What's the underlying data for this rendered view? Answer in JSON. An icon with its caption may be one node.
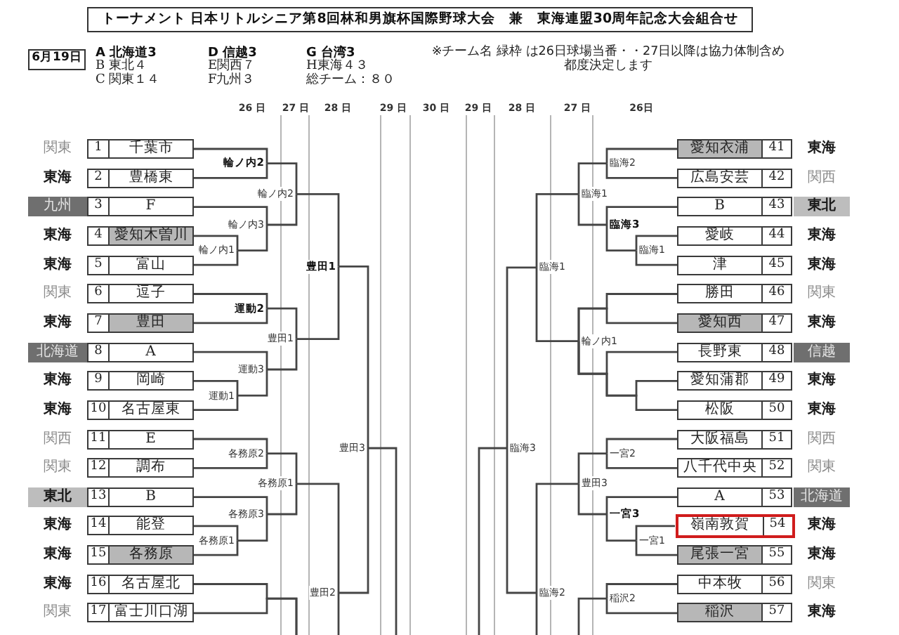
{
  "diagram": {
    "title": "トーナメント 日本リトルシニア第8回林和男旗杯国際野球大会　兼　東海連盟30周年記念大会組合せ",
    "nodes": [
      {
        "text": [
          "6月19日"
        ]
      },
      {
        "text": [
          "1",
          "千葉市"
        ],
        "beside": [
          "関東"
        ]
      },
      {
        "text": [
          "2",
          "豊橋東"
        ],
        "beside": [
          "東海"
        ]
      },
      {
        "text": [
          "3",
          "F"
        ],
        "beside": [
          "九州"
        ]
      },
      {
        "text": [
          "4",
          "愛知木曽川"
        ],
        "beside": [
          "東海"
        ]
      },
      {
        "text": [
          "5",
          "富山"
        ],
        "beside": [
          "東海"
        ]
      },
      {
        "text": [
          "6",
          "逗子"
        ],
        "beside": [
          "関東"
        ]
      },
      {
        "text": [
          "7",
          "豊田"
        ],
        "beside": [
          "東海"
        ]
      },
      {
        "text": [
          "8",
          "A"
        ],
        "beside": [
          "北海道"
        ]
      },
      {
        "text": [
          "9",
          "岡崎"
        ],
        "beside": [
          "東海"
        ]
      },
      {
        "text": [
          "10",
          "名古屋東"
        ],
        "beside": [
          "東海"
        ]
      },
      {
        "text": [
          "11",
          "E"
        ],
        "beside": [
          "関西"
        ]
      },
      {
        "text": [
          "12",
          "調布"
        ],
        "beside": [
          "関東"
        ]
      },
      {
        "text": [
          "13",
          "B"
        ],
        "beside": [
          "東北"
        ]
      },
      {
        "text": [
          "14",
          "能登"
        ],
        "beside": [
          "東海"
        ]
      },
      {
        "text": [
          "15",
          "各務原"
        ],
        "beside": [
          "東海"
        ]
      },
      {
        "text": [
          "16",
          "名古屋北"
        ],
        "beside": [
          "東海"
        ]
      },
      {
        "text": [
          "17",
          "富士川口湖"
        ],
        "beside": [
          "関東"
        ]
      },
      {
        "text": [
          "輪ノ内2"
        ]
      },
      {
        "text": [
          "輪ノ内1"
        ]
      },
      {
        "text": [
          "輪ノ内3"
        ]
      },
      {
        "text": [
          "輪ノ内2"
        ]
      },
      {
        "text": [
          "運動2"
        ]
      },
      {
        "text": [
          "運動1"
        ]
      },
      {
        "text": [
          "運動3"
        ]
      },
      {
        "text": [
          "豊田1"
        ]
      },
      {
        "text": [
          "豊田1"
        ]
      },
      {
        "text": [
          "各務原2"
        ]
      },
      {
        "text": [
          "各務原1"
        ]
      },
      {
        "text": [
          "各務原3"
        ]
      },
      {
        "text": [
          "各務原1"
        ]
      },
      {
        "text": [
          "豊田2"
        ]
      },
      {
        "text": [
          "豊田3"
        ]
      },
      {
        "text": [
          "愛知衣浦",
          "41"
        ],
        "beside": [
          "東海"
        ]
      },
      {
        "text": [
          "広島安芸",
          "42"
        ],
        "beside": [
          "関西"
        ]
      },
      {
        "text": [
          "B",
          "43"
        ],
        "beside": [
          "東北"
        ]
      },
      {
        "text": [
          "愛岐",
          "44"
        ],
        "beside": [
          "東海"
        ]
      },
      {
        "text": [
          "津",
          "45"
        ],
        "beside": [
          "東海"
        ]
      },
      {
        "text": [
          "勝田",
          "46"
        ],
        "beside": [
          "関東"
        ]
      },
      {
        "text": [
          "愛知西",
          "47"
        ],
        "beside": [
          "東海"
        ]
      },
      {
        "text": [
          "長野東",
          "48"
        ],
        "beside": [
          "信越"
        ]
      },
      {
        "text": [
          "愛知蒲郡",
          "49"
        ],
        "beside": [
          "東海"
        ]
      },
      {
        "text": [
          "松阪",
          "50"
        ],
        "beside": [
          "東海"
        ]
      },
      {
        "text": [
          "大阪福島",
          "51"
        ],
        "beside": [
          "関西"
        ]
      },
      {
        "text": [
          "八千代中央",
          "52"
        ],
        "beside": [
          "関東"
        ]
      },
      {
        "text": [
          "A",
          "53"
        ],
        "beside": [
          "北海道"
        ]
      },
      {
        "text": [
          "嶺南敦賀",
          "54"
        ],
        "beside": [
          "東海"
        ]
      },
      {
        "text": [
          "尾張一宮",
          "55"
        ],
        "beside": [
          "東海"
        ]
      },
      {
        "text": [
          "中本牧",
          "56"
        ],
        "beside": [
          "関東"
        ]
      },
      {
        "text": [
          "稲沢",
          "57"
        ],
        "beside": [
          "東海"
        ]
      },
      {
        "text": [
          "臨海2"
        ]
      },
      {
        "text": [
          "臨海1"
        ]
      },
      {
        "text": [
          "臨海3"
        ]
      },
      {
        "text": [
          "臨海1"
        ]
      },
      {
        "text": [
          "輪ノ内1"
        ]
      },
      {
        "text": [
          "臨海1"
        ]
      },
      {
        "text": [
          "一宮2"
        ]
      },
      {
        "text": [
          "一宮1"
        ]
      },
      {
        "text": [
          "一宮3"
        ]
      },
      {
        "text": [
          "豊田3"
        ]
      },
      {
        "text": [
          "臨海2"
        ]
      },
      {
        "text": [
          "臨海3"
        ]
      },
      {
        "text": [
          "稲沢2"
        ]
      }
    ],
    "edges": [
      {
        "from": 1,
        "to": 18,
        "arrow": "none"
      },
      {
        "from": 2,
        "to": 18,
        "arrow": "none"
      },
      {
        "from": 4,
        "to": 19,
        "arrow": "none"
      },
      {
        "from": 5,
        "to": 19,
        "arrow": "none"
      },
      {
        "from": 3,
        "to": 20,
        "arrow": "none"
      },
      {
        "from": 19,
        "to": 20,
        "arrow": "none"
      },
      {
        "from": 18,
        "to": 21,
        "arrow": "none"
      },
      {
        "from": 20,
        "to": 21,
        "arrow": "none"
      },
      {
        "from": 6,
        "to": 22,
        "arrow": "none"
      },
      {
        "from": 7,
        "to": 22,
        "arrow": "none"
      },
      {
        "from": 9,
        "to": 23,
        "arrow": "none"
      },
      {
        "from": 10,
        "to": 23,
        "arrow": "none"
      },
      {
        "from": 8,
        "to": 24,
        "arrow": "none"
      },
      {
        "from": 23,
        "to": 24,
        "arrow": "none"
      },
      {
        "from": 22,
        "to": 25,
        "arrow": "none"
      },
      {
        "from": 24,
        "to": 25,
        "arrow": "none"
      },
      {
        "from": 21,
        "to": 26,
        "arrow": "none"
      },
      {
        "from": 25,
        "to": 26,
        "arrow": "none"
      },
      {
        "from": 11,
        "to": 27,
        "arrow": "none"
      },
      {
        "from": 12,
        "to": 27,
        "arrow": "none"
      },
      {
        "from": 14,
        "to": 28,
        "arrow": "none"
      },
      {
        "from": 15,
        "to": 28,
        "arrow": "none"
      },
      {
        "from": 13,
        "to": 29,
        "arrow": "none"
      },
      {
        "from": 28,
        "to": 29,
        "arrow": "none"
      },
      {
        "from": 27,
        "to": 30,
        "arrow": "none"
      },
      {
        "from": 29,
        "to": 30,
        "arrow": "none"
      },
      {
        "from": 30,
        "to": 31,
        "arrow": "none"
      },
      {
        "from": null,
        "to": 31,
        "arrow": "none"
      },
      {
        "from": 26,
        "to": 32,
        "arrow": "none"
      },
      {
        "from": 31,
        "to": 32,
        "arrow": "none"
      },
      {
        "from": 32,
        "to": null,
        "arrow": "none"
      },
      {
        "from": 16,
        "to": null,
        "arrow": "none"
      },
      {
        "from": 17,
        "to": null,
        "arrow": "none"
      },
      {
        "from": 33,
        "to": 50,
        "arrow": "none"
      },
      {
        "from": 34,
        "to": 50,
        "arrow": "none"
      },
      {
        "from": 36,
        "to": 51,
        "arrow": "none"
      },
      {
        "from": 37,
        "to": 51,
        "arrow": "none"
      },
      {
        "from": 35,
        "to": 52,
        "arrow": "none"
      },
      {
        "from": 51,
        "to": 52,
        "arrow": "none"
      },
      {
        "from": 50,
        "to": 53,
        "arrow": "none"
      },
      {
        "from": 52,
        "to": 53,
        "arrow": "none"
      },
      {
        "from": 38,
        "to": 54,
        "arrow": "none"
      },
      {
        "from": 39,
        "to": 54,
        "arrow": "none"
      },
      {
        "from": 40,
        "to": 54,
        "arrow": "none"
      },
      {
        "from": 41,
        "to": 54,
        "arrow": "none"
      },
      {
        "from": 42,
        "to": 54,
        "arrow": "none"
      },
      {
        "from": 53,
        "to": 55,
        "arrow": "none"
      },
      {
        "from": 54,
        "to": 55,
        "arrow": "none"
      },
      {
        "from": 43,
        "to": 56,
        "arrow": "none"
      },
      {
        "from": 44,
        "to": 56,
        "arrow": "none"
      },
      {
        "from": 46,
        "to": 57,
        "arrow": "none"
      },
      {
        "from": 47,
        "to": 57,
        "arrow": "none"
      },
      {
        "from": 45,
        "to": 58,
        "arrow": "none"
      },
      {
        "from": 57,
        "to": 58,
        "arrow": "none"
      },
      {
        "from": 56,
        "to": 59,
        "arrow": "none"
      },
      {
        "from": 58,
        "to": 59,
        "arrow": "none"
      },
      {
        "from": 59,
        "to": 60,
        "arrow": "none"
      },
      {
        "from": null,
        "to": 60,
        "arrow": "none"
      },
      {
        "from": 55,
        "to": 61,
        "arrow": "none"
      },
      {
        "from": 60,
        "to": 61,
        "arrow": "none"
      },
      {
        "from": 61,
        "to": null,
        "arrow": "none"
      },
      {
        "from": 48,
        "to": 62,
        "arrow": "none"
      },
      {
        "from": 49,
        "to": 62,
        "arrow": "none"
      },
      {
        "from": 62,
        "to": null,
        "arrow": "none"
      }
    ],
    "labels": [
      "A 北海道3",
      "D 信越3",
      "G 台湾3",
      "※チーム名 緑枠 は26日球場当番・・27日以降は協力体制含め都度決定します",
      "B 東北４",
      "E関西７",
      "H東海４３",
      "C 関東１４",
      "F九州３",
      "総チーム：８０",
      "26 日",
      "27 日",
      "28 日",
      "29 日",
      "30 日",
      "29 日",
      "28 日",
      "27 日",
      "26日"
    ]
  }
}
